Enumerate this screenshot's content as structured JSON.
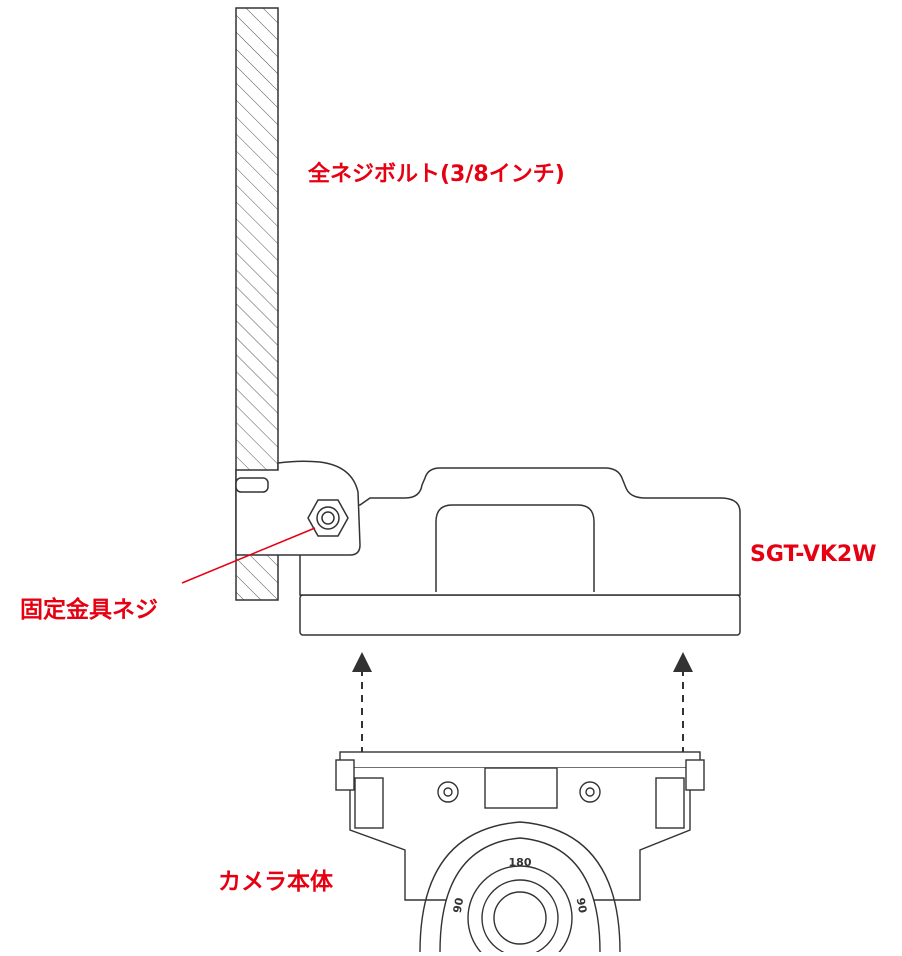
{
  "diagram": {
    "labels": {
      "bolt": "全ネジボルト(3/8インチ)",
      "model": "SGT-VK2W",
      "screw": "固定金具ネジ",
      "camera": "カメラ本体"
    },
    "dial_marks": {
      "top": "180",
      "left": "90",
      "right": "90"
    },
    "colors": {
      "label": "#e60012",
      "line": "#333333",
      "hatch": "#555555"
    }
  }
}
